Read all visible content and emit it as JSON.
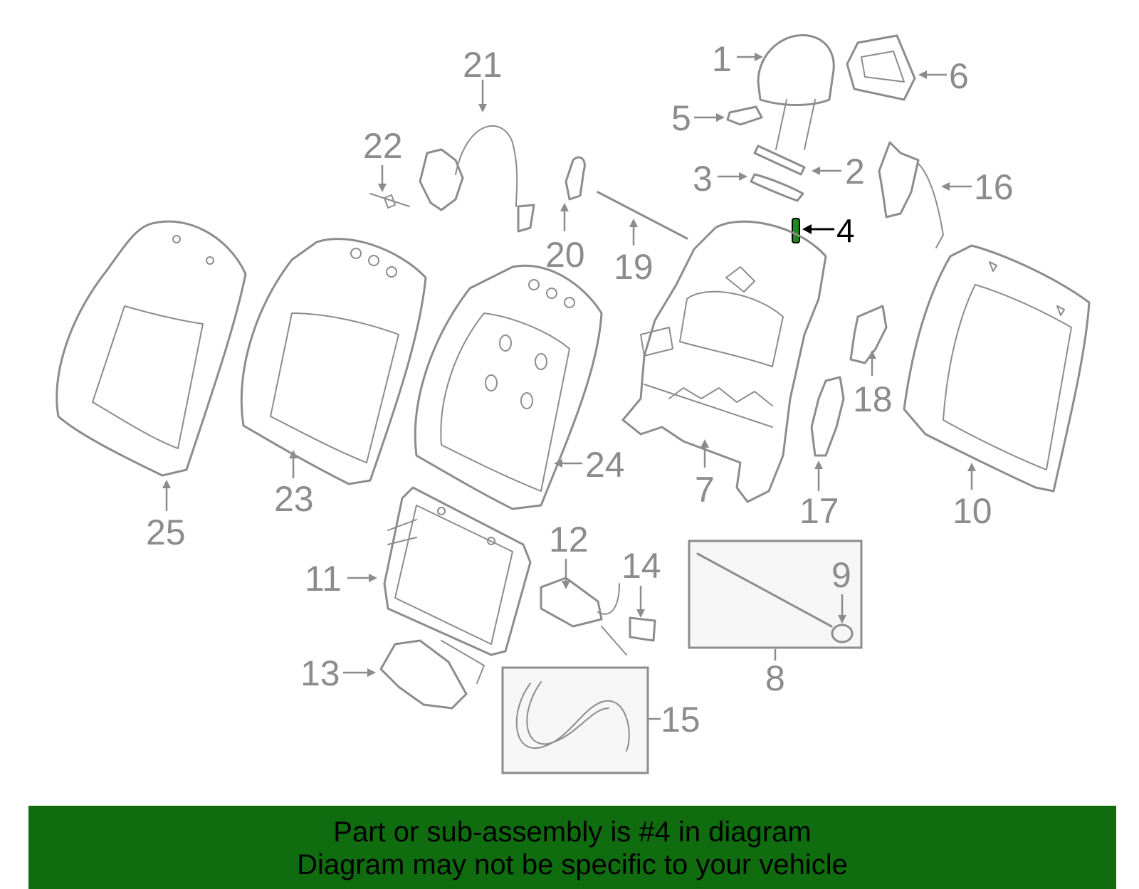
{
  "diagram": {
    "highlight_color": "#0f6d0f",
    "line_color": "#8c8c8c",
    "highlighted_part": "4",
    "callouts": [
      "1",
      "2",
      "3",
      "4",
      "5",
      "6",
      "7",
      "8",
      "9",
      "10",
      "11",
      "12",
      "13",
      "14",
      "15",
      "16",
      "17",
      "18",
      "19",
      "20",
      "21",
      "22",
      "23",
      "24",
      "25"
    ]
  },
  "banner": {
    "line1": "Part or sub-assembly is #4 in diagram",
    "line2": "Diagram may not be specific to your vehicle",
    "background": "#0f6d0f"
  }
}
